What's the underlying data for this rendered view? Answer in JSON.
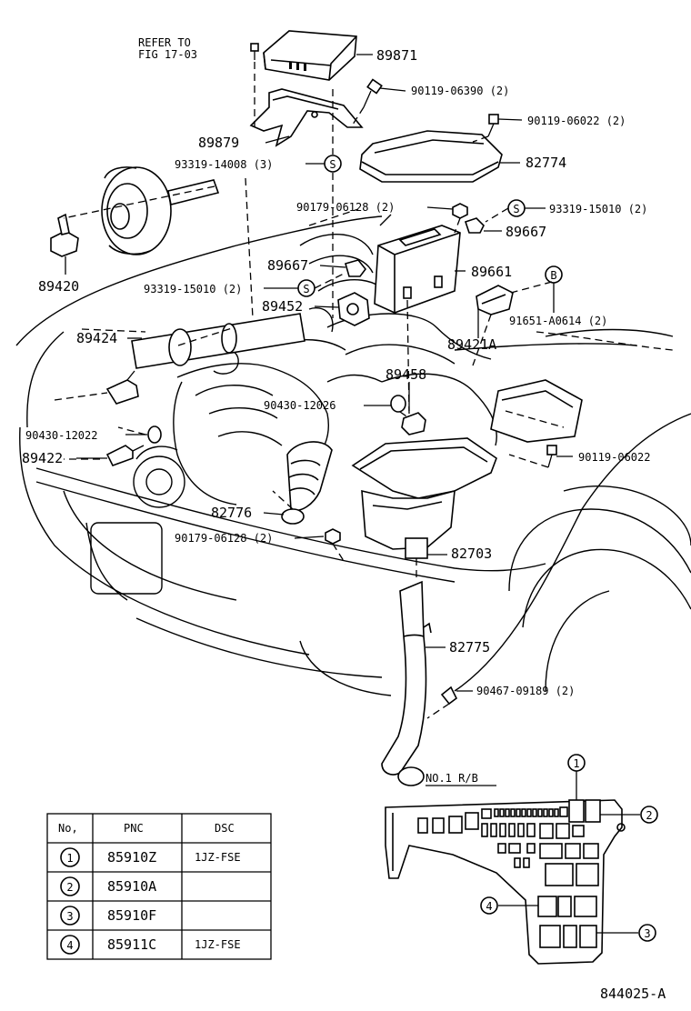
{
  "refer": {
    "line1": "REFER TO",
    "line2": "FIG 17-03"
  },
  "callouts": [
    {
      "id": "c89871",
      "text": "89871"
    },
    {
      "id": "c90119_06390",
      "text": "90119-06390 (2)"
    },
    {
      "id": "c90119_06022a",
      "text": "90119-06022 (2)"
    },
    {
      "id": "c89879",
      "text": "89879"
    },
    {
      "id": "c93319_14008",
      "text": "93319-14008 (3)"
    },
    {
      "id": "c82774",
      "text": "82774"
    },
    {
      "id": "c90179_06128a",
      "text": "90179-06128 (2)"
    },
    {
      "id": "c93319_15010a",
      "text": "93319-15010 (2)"
    },
    {
      "id": "c89667a",
      "text": "89667"
    },
    {
      "id": "c89667b",
      "text": "89667"
    },
    {
      "id": "c89661",
      "text": "89661"
    },
    {
      "id": "c89420",
      "text": "89420"
    },
    {
      "id": "c93319_15010b",
      "text": "93319-15010 (2)"
    },
    {
      "id": "c89452",
      "text": "89452"
    },
    {
      "id": "c91651",
      "text": "91651-A0614 (2)"
    },
    {
      "id": "c89424",
      "text": "89424"
    },
    {
      "id": "c89421A",
      "text": "89421A"
    },
    {
      "id": "c89458",
      "text": "89458"
    },
    {
      "id": "c90430_12026",
      "text": "90430-12026"
    },
    {
      "id": "c90430_12022",
      "text": "90430-12022"
    },
    {
      "id": "c89422",
      "text": "89422"
    },
    {
      "id": "c90119_06022b",
      "text": "90119-06022"
    },
    {
      "id": "c82776",
      "text": "82776"
    },
    {
      "id": "c90179_06128b",
      "text": "90179-06128 (2)"
    },
    {
      "id": "c82703",
      "text": "82703"
    },
    {
      "id": "c82775",
      "text": "82775"
    },
    {
      "id": "c90467",
      "text": "90467-09189 (2)"
    }
  ],
  "symbols": {
    "s": "S",
    "b": "B"
  },
  "relay_block": {
    "title": "NO.1 R/B",
    "markers": [
      "1",
      "2",
      "3",
      "4"
    ]
  },
  "table": {
    "headers": [
      "No,",
      "PNC",
      "DSC"
    ],
    "rows": [
      {
        "no": "1",
        "pnc": "85910Z",
        "dsc": "1JZ-FSE"
      },
      {
        "no": "2",
        "pnc": "85910A",
        "dsc": ""
      },
      {
        "no": "3",
        "pnc": "85910F",
        "dsc": ""
      },
      {
        "no": "4",
        "pnc": "85911C",
        "dsc": "1JZ-FSE"
      }
    ]
  },
  "figure_id": "844025-A"
}
